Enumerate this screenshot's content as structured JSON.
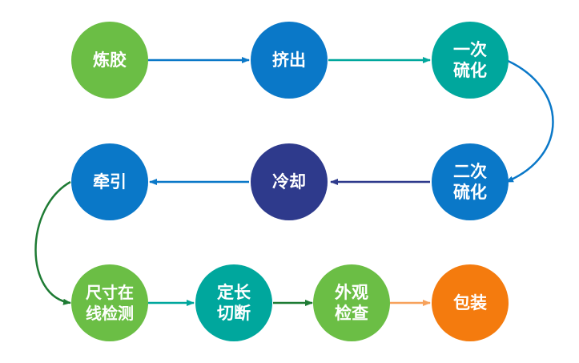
{
  "colors": {
    "green": "#6BBE45",
    "blue": "#0A78C8",
    "teal": "#00A79D",
    "navy": "#2E3A8C",
    "orange": "#F47B0E"
  },
  "nodes": [
    {
      "id": "n1",
      "label": "炼胶",
      "color": "green"
    },
    {
      "id": "n2",
      "label": "挤出",
      "color": "blue"
    },
    {
      "id": "n3",
      "label": "一次\n硫化",
      "color": "teal"
    },
    {
      "id": "n4",
      "label": "二次\n硫化",
      "color": "blue"
    },
    {
      "id": "n5",
      "label": "冷却",
      "color": "navy"
    },
    {
      "id": "n6",
      "label": "牵引",
      "color": "blue"
    },
    {
      "id": "n7",
      "label": "尺寸在\n线检测",
      "color": "green"
    },
    {
      "id": "n8",
      "label": "定长\n切断",
      "color": "teal"
    },
    {
      "id": "n9",
      "label": "外观\n检查",
      "color": "green"
    },
    {
      "id": "n10",
      "label": "包装",
      "color": "orange"
    }
  ],
  "edges": [
    {
      "from": "n1",
      "to": "n2",
      "color": "blue"
    },
    {
      "from": "n2",
      "to": "n3",
      "color": "teal"
    },
    {
      "from": "n3",
      "to": "n4",
      "color": "blue"
    },
    {
      "from": "n4",
      "to": "n5",
      "color": "navy"
    },
    {
      "from": "n5",
      "to": "n6",
      "color": "blue"
    },
    {
      "from": "n6",
      "to": "n7",
      "color": "darkgreen"
    },
    {
      "from": "n7",
      "to": "n8",
      "color": "teal"
    },
    {
      "from": "n8",
      "to": "n9",
      "color": "darkgreen"
    },
    {
      "from": "n9",
      "to": "n10",
      "color": "orange"
    }
  ]
}
